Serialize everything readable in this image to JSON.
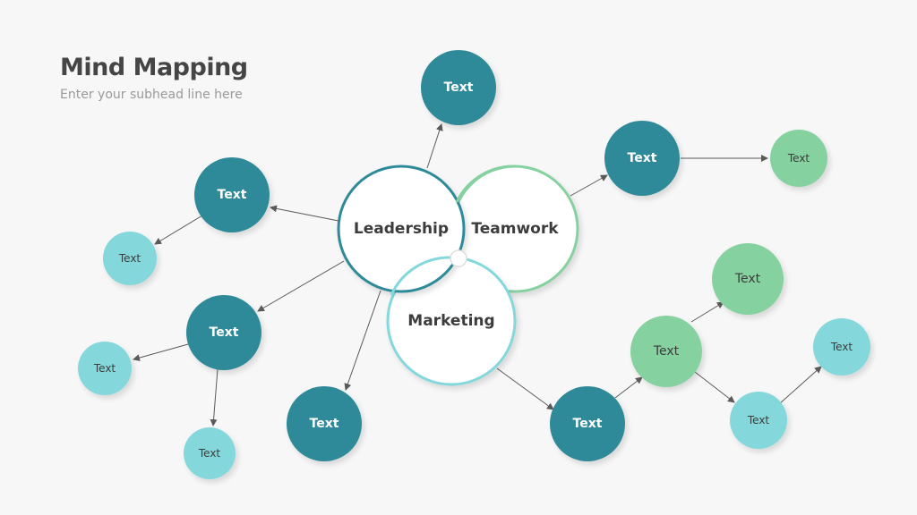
{
  "header": {
    "title": "Mind Mapping",
    "subhead": "Enter your subhead line here"
  },
  "colors": {
    "teal_dark": "#2e8a98",
    "teal_light": "#84d8dc",
    "green_light": "#86d1a0",
    "arrow": "#5a5a5a",
    "ring_leadership": "#2e8a98",
    "ring_teamwork": "#86d1a0",
    "ring_marketing": "#84d8dc"
  },
  "center": {
    "leadership": "Leadership",
    "teamwork": "Teamwork",
    "marketing": "Marketing"
  },
  "nodes": {
    "top": "Text",
    "teamwork_child": "Text",
    "teamwork_grandchild": "Text",
    "left_upper": "Text",
    "left_upper_child": "Text",
    "left_middle": "Text",
    "left_middle_child_left": "Text",
    "left_middle_child_bottom": "Text",
    "bottom_center": "Text",
    "marketing_child": "Text",
    "marketing_mid": "Text",
    "marketing_upper": "Text",
    "marketing_lower": "Text",
    "marketing_far": "Text"
  }
}
